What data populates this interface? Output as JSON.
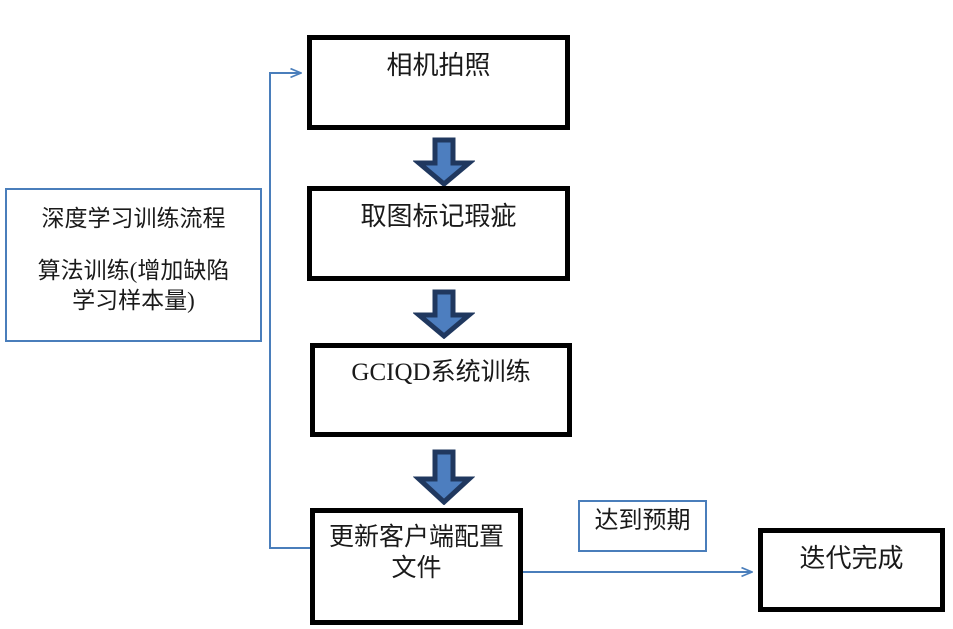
{
  "diagram": {
    "title": "深度学习训练流程",
    "type": "flowchart",
    "colors": {
      "node_border_thick": "#000000",
      "node_border_thin": "#4a7ebb",
      "connector": "#4a7ebb",
      "arrow_fill": "#4d7ebf",
      "arrow_stroke": "#20385f",
      "background": "#ffffff",
      "text": "#1a1a1a"
    },
    "info_box": {
      "heading": "深度学习训练流程",
      "body": "算法训练(增加缺陷\n学习样本量)"
    },
    "nodes": [
      {
        "id": "capture",
        "label": "相机拍照"
      },
      {
        "id": "annotate",
        "label": "取图标记瑕疵"
      },
      {
        "id": "train",
        "label": "GCIQD系统训练"
      },
      {
        "id": "update",
        "label": "更新客户端配置\n文件"
      },
      {
        "id": "done",
        "label": "迭代完成"
      }
    ],
    "edge_labels": [
      {
        "id": "expected",
        "label": "达到预期"
      }
    ],
    "connectors": [
      {
        "id": "capture-to-annotate",
        "kind": "block-arrow",
        "direction": "down"
      },
      {
        "id": "annotate-to-train",
        "kind": "block-arrow",
        "direction": "down"
      },
      {
        "id": "train-to-update",
        "kind": "block-arrow",
        "direction": "down"
      },
      {
        "id": "update-to-done",
        "kind": "line-arrow",
        "direction": "right"
      },
      {
        "id": "update-to-capture",
        "kind": "feedback-loop",
        "direction": "up-left"
      }
    ]
  }
}
